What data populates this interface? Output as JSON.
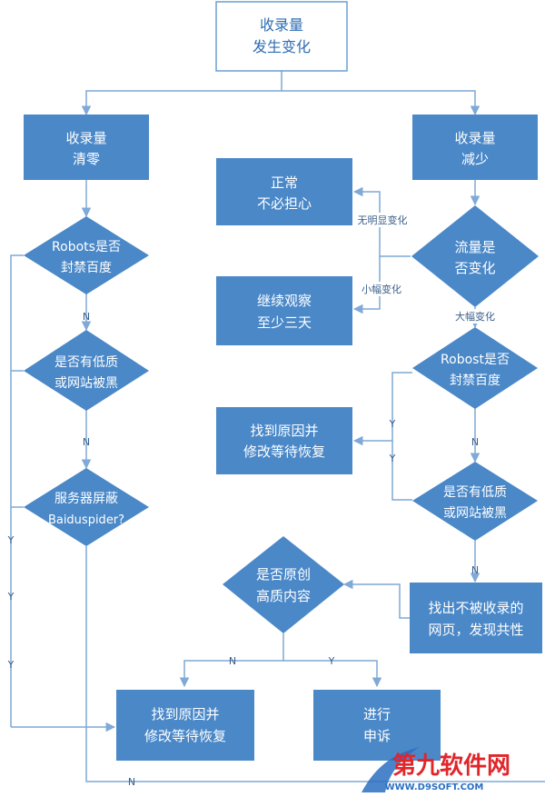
{
  "nodes": {
    "start": [
      "收录量",
      "发生变化"
    ],
    "zero": [
      "收录量",
      "清零"
    ],
    "decrease": [
      "收录量",
      "减少"
    ],
    "robots_left": [
      "Robots是否",
      "封禁百度"
    ],
    "lowq_left": [
      "是否有低质",
      "或网站被黑"
    ],
    "server": [
      "服务器屏蔽",
      "Baiduspider?"
    ],
    "normal": [
      "正常",
      "不必担心"
    ],
    "traffic": [
      "流量是",
      "否变化"
    ],
    "observe": [
      "继续观察",
      "至少三天"
    ],
    "robots_right": [
      "Robost是否",
      "封禁百度"
    ],
    "fix_right": [
      "找到原因并",
      "修改等待恢复"
    ],
    "lowq_right": [
      "是否有低质",
      "或网站被黑"
    ],
    "find_pages": [
      "找出不被收录的",
      "网页，发现共性"
    ],
    "original": [
      "是否原创",
      "高质内容"
    ],
    "fix_bottom": [
      "找到原因并",
      "修改等待恢复"
    ],
    "appeal": [
      "进行",
      "申诉"
    ]
  },
  "edge_labels": {
    "no_obvious": "无明显变化",
    "small": "小幅变化",
    "large": "大幅变化",
    "n1": "N",
    "n2": "N",
    "y_left1": "Y",
    "y_left2": "Y",
    "y_left3": "Y",
    "y_r1": "Y",
    "y_r2": "Y",
    "n_r1": "N",
    "n_r2": "N",
    "n_orig": "N",
    "y_orig": "Y",
    "n_bottom": "N"
  },
  "watermark": {
    "brand": "第九软件网",
    "url": "WWW.D9SOFT.COM"
  },
  "colors": {
    "box_fill": "#4a88c8",
    "box_text": "#ffffff",
    "start_border": "#6a9fd4",
    "start_text": "#2e6db4",
    "line": "#7fa9d6",
    "label": "#3a5f8a",
    "watermark_red": "#e0262b",
    "watermark_blue": "#2a6fc1"
  }
}
